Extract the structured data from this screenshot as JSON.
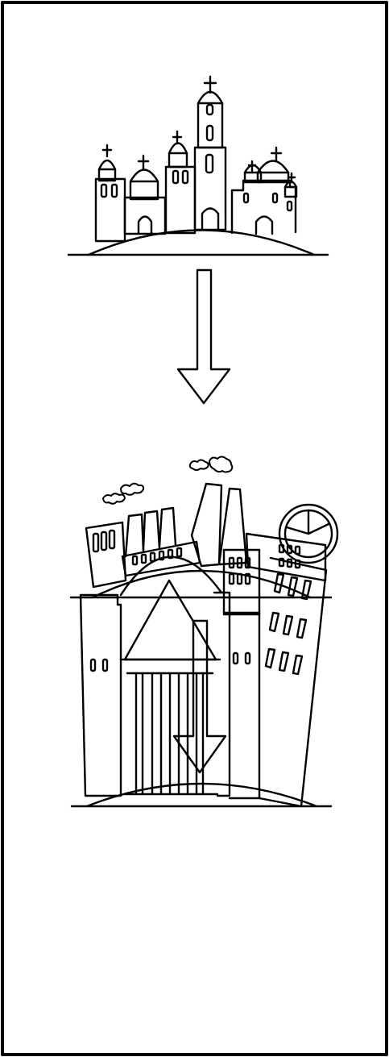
{
  "diagram": {
    "stages": [
      {
        "id": "religious-city",
        "icon": "church-skyline-icon"
      },
      {
        "id": "industrial-city",
        "icon": "factory-skyline-icon"
      },
      {
        "id": "modern-city",
        "icon": "modern-skyline-icon"
      }
    ],
    "connectors": [
      {
        "from": "religious-city",
        "to": "industrial-city",
        "icon": "arrow-down-icon"
      },
      {
        "from": "industrial-city",
        "to": "modern-city",
        "icon": "arrow-down-icon"
      }
    ],
    "colors": {
      "line": "#000000",
      "background": "#ffffff"
    }
  }
}
